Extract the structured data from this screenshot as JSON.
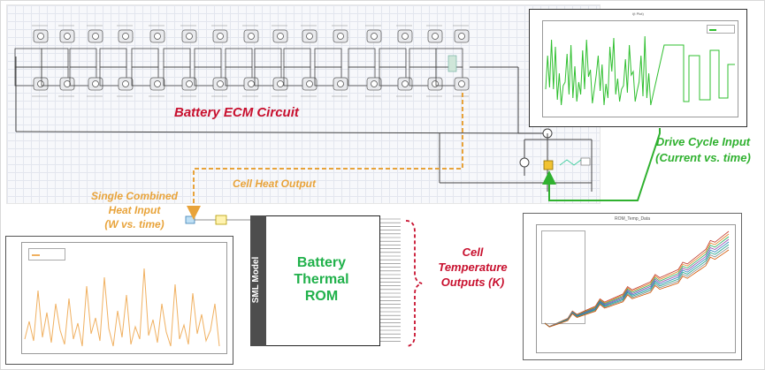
{
  "labels": {
    "ecm_circuit": "Battery ECM Circuit",
    "drive_cycle_line1": "Drive Cycle Input",
    "drive_cycle_line2": "(Current vs. time)",
    "cell_heat_output": "Cell Heat Output",
    "single_heat_line1": "Single Combined",
    "single_heat_line2": "Heat Input",
    "single_heat_line3": "(W vs. time)",
    "cell_temp_line1": "Cell",
    "cell_temp_line2": "Temperature",
    "cell_temp_line3": "Outputs (K)"
  },
  "rom": {
    "side_label": "SML Model",
    "line1": "Battery",
    "line2": "Thermal",
    "line3": "ROM"
  },
  "plots": {
    "drive_cycle": {
      "title": "i(t Plot)"
    },
    "temperature": {
      "title": "ROM_Temp_Data"
    }
  },
  "colors": {
    "red_label": "#c8102e",
    "orange_label": "#e8a33a",
    "green_label": "#2fb12f",
    "rom_text": "#21b14b",
    "current_trace": "#2fbf2f",
    "heat_trace": "#f0b060"
  }
}
